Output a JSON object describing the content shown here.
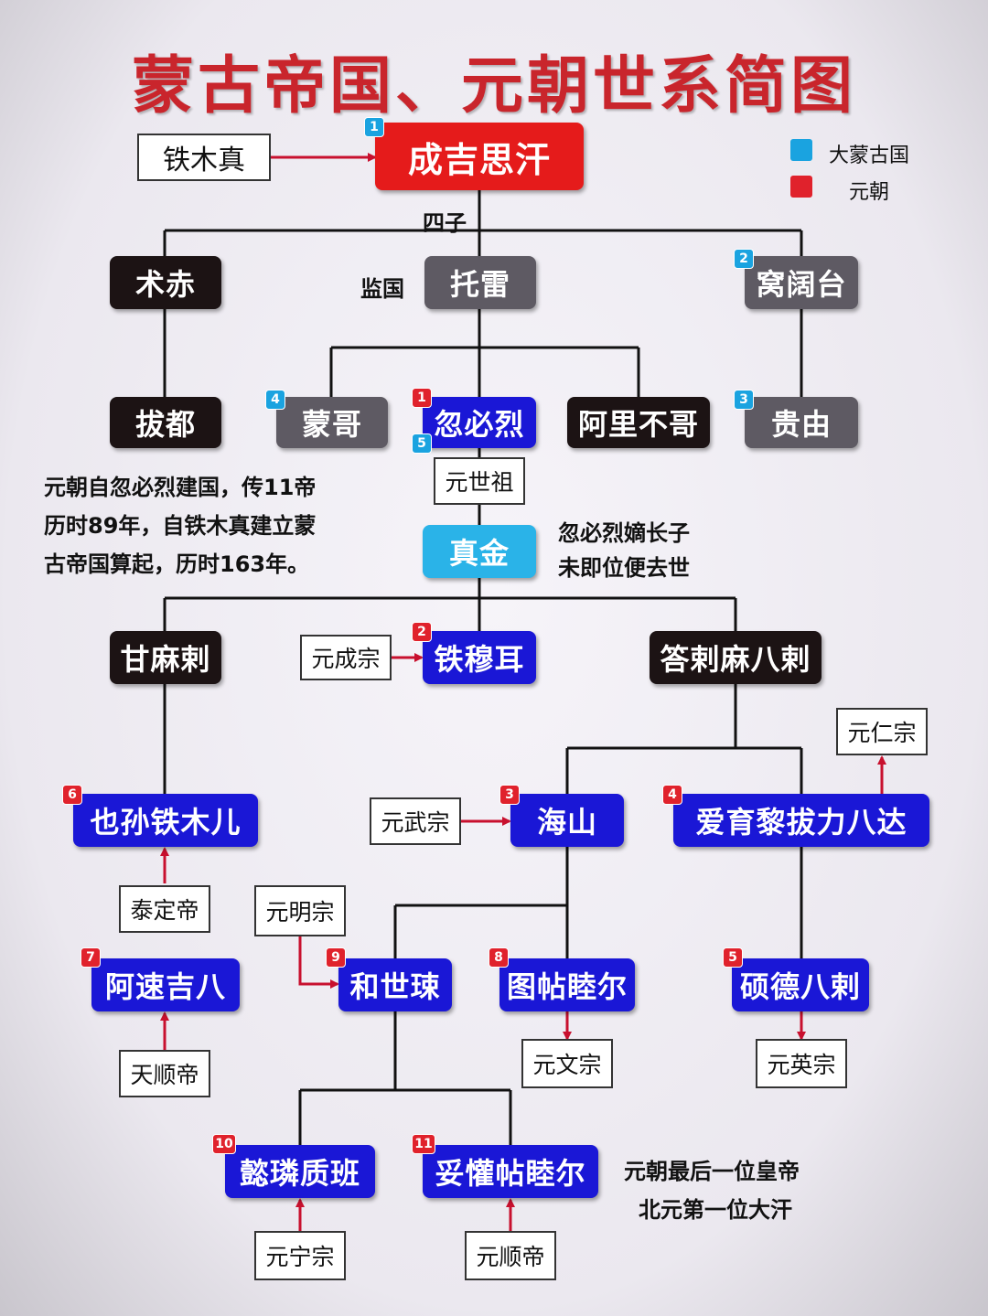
{
  "title": "蒙古帝国、元朝世系简图",
  "legend": {
    "mongol_empire": {
      "label": "大蒙古国",
      "color": "#1aa3e0"
    },
    "yuan_dynasty": {
      "label": "元朝",
      "color": "#e0222c"
    }
  },
  "annotations": {
    "four_sons": "四子",
    "regent": "监国",
    "summary_line1": "元朝自忽必烈建国，传11帝",
    "summary_line2": "历时89年，自铁木真建立蒙",
    "summary_line3": "古帝国算起，历时163年。",
    "zhenjin_note_line1": "忽必烈嫡长子",
    "zhenjin_note_line2": "未即位便去世",
    "last_emperor_line1": "元朝最后一位皇帝",
    "last_emperor_line2": "北元第一位大汗"
  },
  "nodes": {
    "temujin": "铁木真",
    "genghis": "成吉思汗",
    "jochi": "术赤",
    "tolui": "托雷",
    "ogedei": "窝阔台",
    "batu": "拔都",
    "mongke": "蒙哥",
    "kublai": "忽必烈",
    "ariq": "阿里不哥",
    "guyuk": "贵由",
    "shizu": "元世祖",
    "zhenjin": "真金",
    "gammala": "甘麻剌",
    "temur": "铁穆耳",
    "darmabala": "答剌麻八剌",
    "chengzong": "元成宗",
    "renzong": "元仁宗",
    "yesun": "也孙铁木儿",
    "wuzong": "元武宗",
    "haishan": "海山",
    "ayurbarwada": "爱育黎拔力八达",
    "taiding": "泰定帝",
    "mingzong": "元明宗",
    "aragibag": "阿速吉八",
    "kusala": "和世㻋",
    "tughtemur": "图帖睦尔",
    "shidebala": "硕德八剌",
    "tianshun": "天顺帝",
    "wenzong": "元文宗",
    "yingzong": "元英宗",
    "rinchinbal": "懿璘质班",
    "toghon": "妥懽帖睦尔",
    "ningzong": "元宁宗",
    "shundi": "元顺帝"
  },
  "badges": {
    "genghis": "1",
    "ogedei": "2",
    "guyuk": "3",
    "mongke": "4",
    "kublai_yuan": "1",
    "kublai_mongol": "5",
    "temur": "2",
    "haishan": "3",
    "ayurbarwada": "4",
    "shidebala": "5",
    "yesun": "6",
    "aragibag": "7",
    "tughtemur": "8",
    "kusala": "9",
    "rinchinbal": "10",
    "toghon": "11"
  }
}
